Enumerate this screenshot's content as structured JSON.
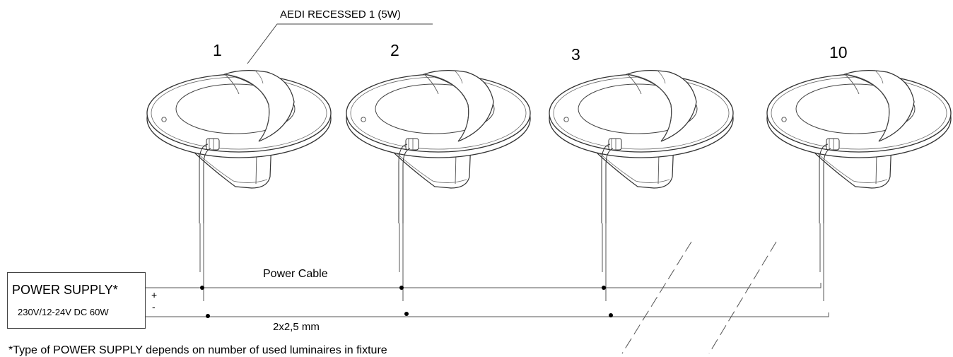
{
  "fixture_label": "AEDI RECESSED 1 (5W)",
  "luminaires": [
    {
      "number": "1"
    },
    {
      "number": "2"
    },
    {
      "number": "3"
    },
    {
      "number": "10"
    }
  ],
  "power_supply": {
    "title": "POWER SUPPLY*",
    "spec": "230V/12-24V DC 60W",
    "plus": "+",
    "minus": "-"
  },
  "cable": {
    "label": "Power Cable",
    "size": "2x2,5 mm"
  },
  "footnote": "*Type of POWER SUPPLY depends on number of used luminaires in fixture"
}
